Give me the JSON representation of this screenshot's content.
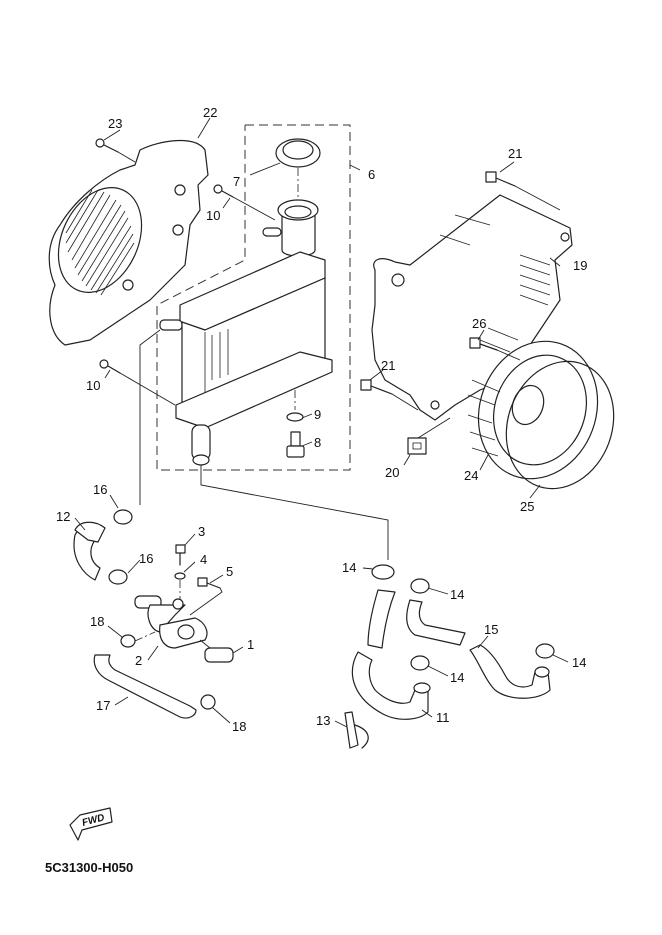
{
  "diagram": {
    "type": "exploded-parts-diagram",
    "subject": "radiator / water pump / cooling hoses",
    "diagram_code": "5C31300-H050",
    "direction_badge": "FWD",
    "callouts": [
      {
        "id": "c1",
        "label": "1",
        "part": "thermostat"
      },
      {
        "id": "c2",
        "label": "2",
        "part": "thermostat-housing"
      },
      {
        "id": "c3",
        "label": "3",
        "part": "bleed-bolt"
      },
      {
        "id": "c4",
        "label": "4",
        "part": "washer"
      },
      {
        "id": "c5",
        "label": "5",
        "part": "bolt"
      },
      {
        "id": "c6",
        "label": "6",
        "part": "radiator-assembly"
      },
      {
        "id": "c7",
        "label": "7",
        "part": "radiator-cap"
      },
      {
        "id": "c8",
        "label": "8",
        "part": "drain-bolt"
      },
      {
        "id": "c9",
        "label": "9",
        "part": "o-ring"
      },
      {
        "id": "c10a",
        "label": "10",
        "part": "screw"
      },
      {
        "id": "c10b",
        "label": "10",
        "part": "screw"
      },
      {
        "id": "c11",
        "label": "11",
        "part": "hose"
      },
      {
        "id": "c12",
        "label": "12",
        "part": "hose"
      },
      {
        "id": "c13",
        "label": "13",
        "part": "hose-holder"
      },
      {
        "id": "c14a",
        "label": "14",
        "part": "hose-clamp"
      },
      {
        "id": "c14b",
        "label": "14",
        "part": "hose-clamp"
      },
      {
        "id": "c14c",
        "label": "14",
        "part": "hose-clamp"
      },
      {
        "id": "c14d",
        "label": "14",
        "part": "hose-clamp"
      },
      {
        "id": "c15",
        "label": "15",
        "part": "hose"
      },
      {
        "id": "c16a",
        "label": "16",
        "part": "hose-clamp"
      },
      {
        "id": "c16b",
        "label": "16",
        "part": "hose-clamp"
      },
      {
        "id": "c17",
        "label": "17",
        "part": "hose"
      },
      {
        "id": "c18a",
        "label": "18",
        "part": "hose-clamp"
      },
      {
        "id": "c18b",
        "label": "18",
        "part": "hose-clamp"
      },
      {
        "id": "c19",
        "label": "19",
        "part": "shroud"
      },
      {
        "id": "c20",
        "label": "20",
        "part": "damper"
      },
      {
        "id": "c21a",
        "label": "21",
        "part": "bolt"
      },
      {
        "id": "c21b",
        "label": "21",
        "part": "bolt"
      },
      {
        "id": "c22",
        "label": "22",
        "part": "radiator-cover"
      },
      {
        "id": "c23",
        "label": "23",
        "part": "screw"
      },
      {
        "id": "c24",
        "label": "24",
        "part": "fan"
      },
      {
        "id": "c25",
        "label": "25",
        "part": "cover-ring"
      },
      {
        "id": "c26",
        "label": "26",
        "part": "bolt"
      }
    ]
  }
}
